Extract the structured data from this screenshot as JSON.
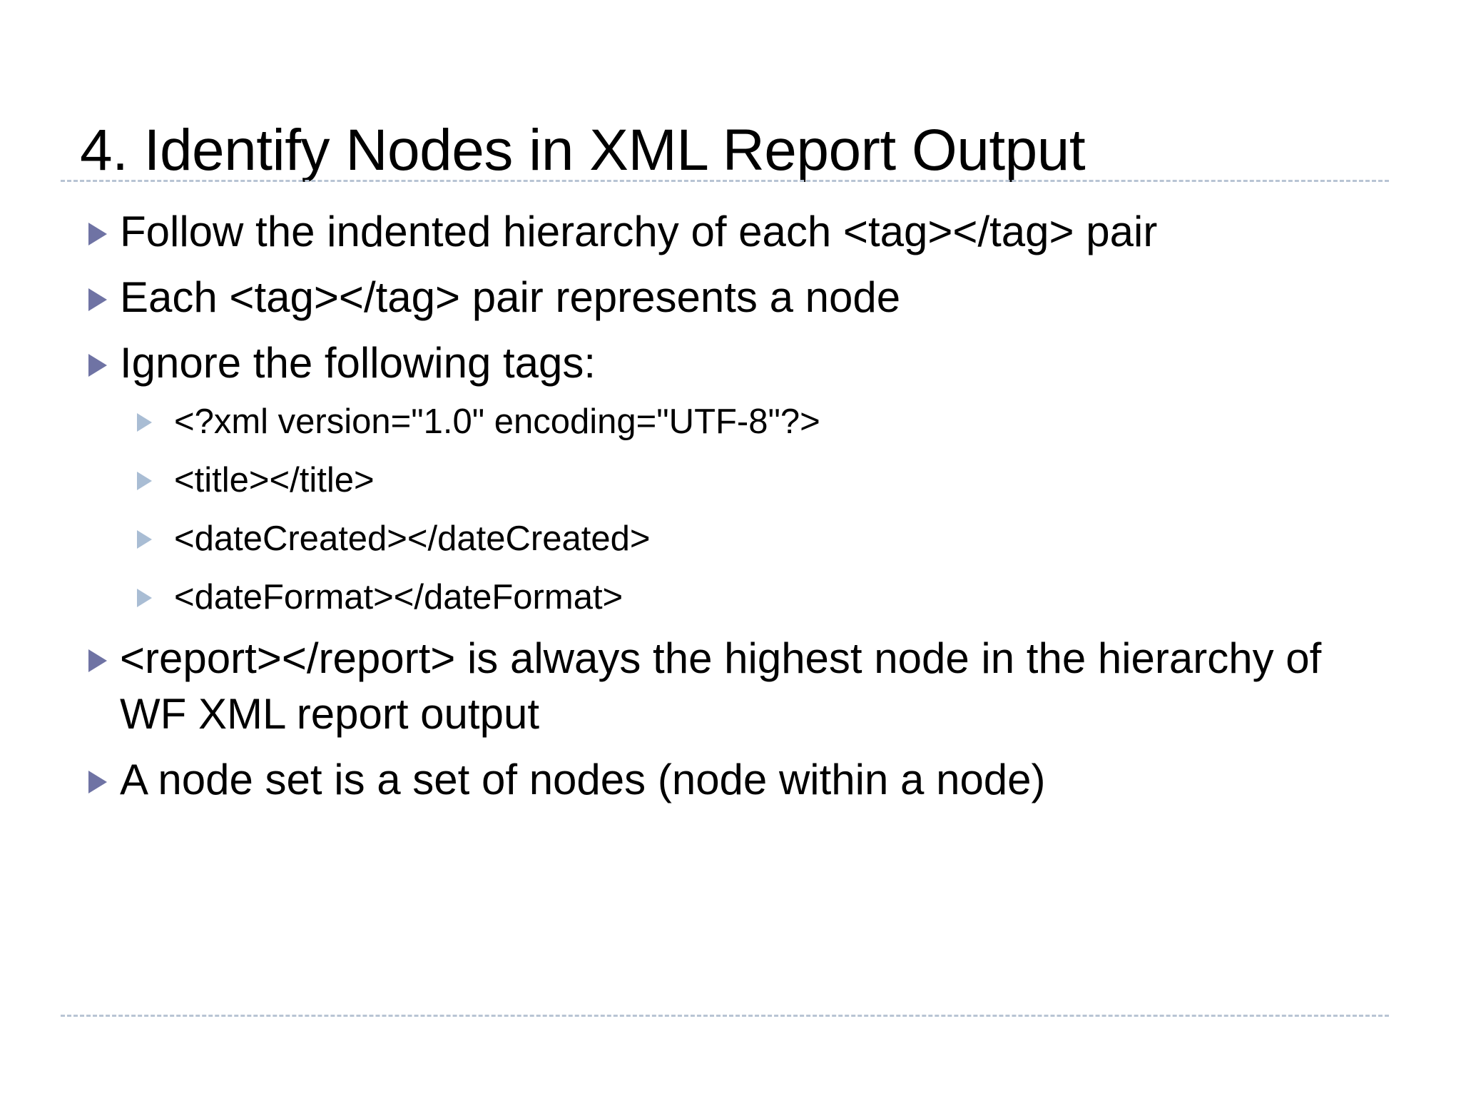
{
  "slide": {
    "title": "4. Identify Nodes in XML Report Output",
    "background_color": "#ffffff",
    "text_color": "#000000",
    "rule_color": "#b8c4d4",
    "bullet_color": "#6f73a4",
    "subbullet_color": "#a9bdd4",
    "bullets": [
      {
        "text": "Follow the indented hierarchy of each <tag></tag> pair"
      },
      {
        "text": "Each <tag></tag> pair represents a node"
      },
      {
        "text": "Ignore the following tags:"
      },
      {
        "text": "<report></report> is always the highest node in the hierarchy of  WF XML report output"
      },
      {
        "text": "A node set is a set of nodes (node within a node)"
      }
    ],
    "sub_bullets": [
      {
        "text": "<?xml version=\"1.0\" encoding=\"UTF-8\"?>"
      },
      {
        "text": "<title></title>"
      },
      {
        "text": "<dateCreated></dateCreated>"
      },
      {
        "text": "<dateFormat></dateFormat>"
      }
    ],
    "icons": {
      "bullet": "triangle-right-icon",
      "subbullet": "triangle-right-small-icon"
    }
  }
}
